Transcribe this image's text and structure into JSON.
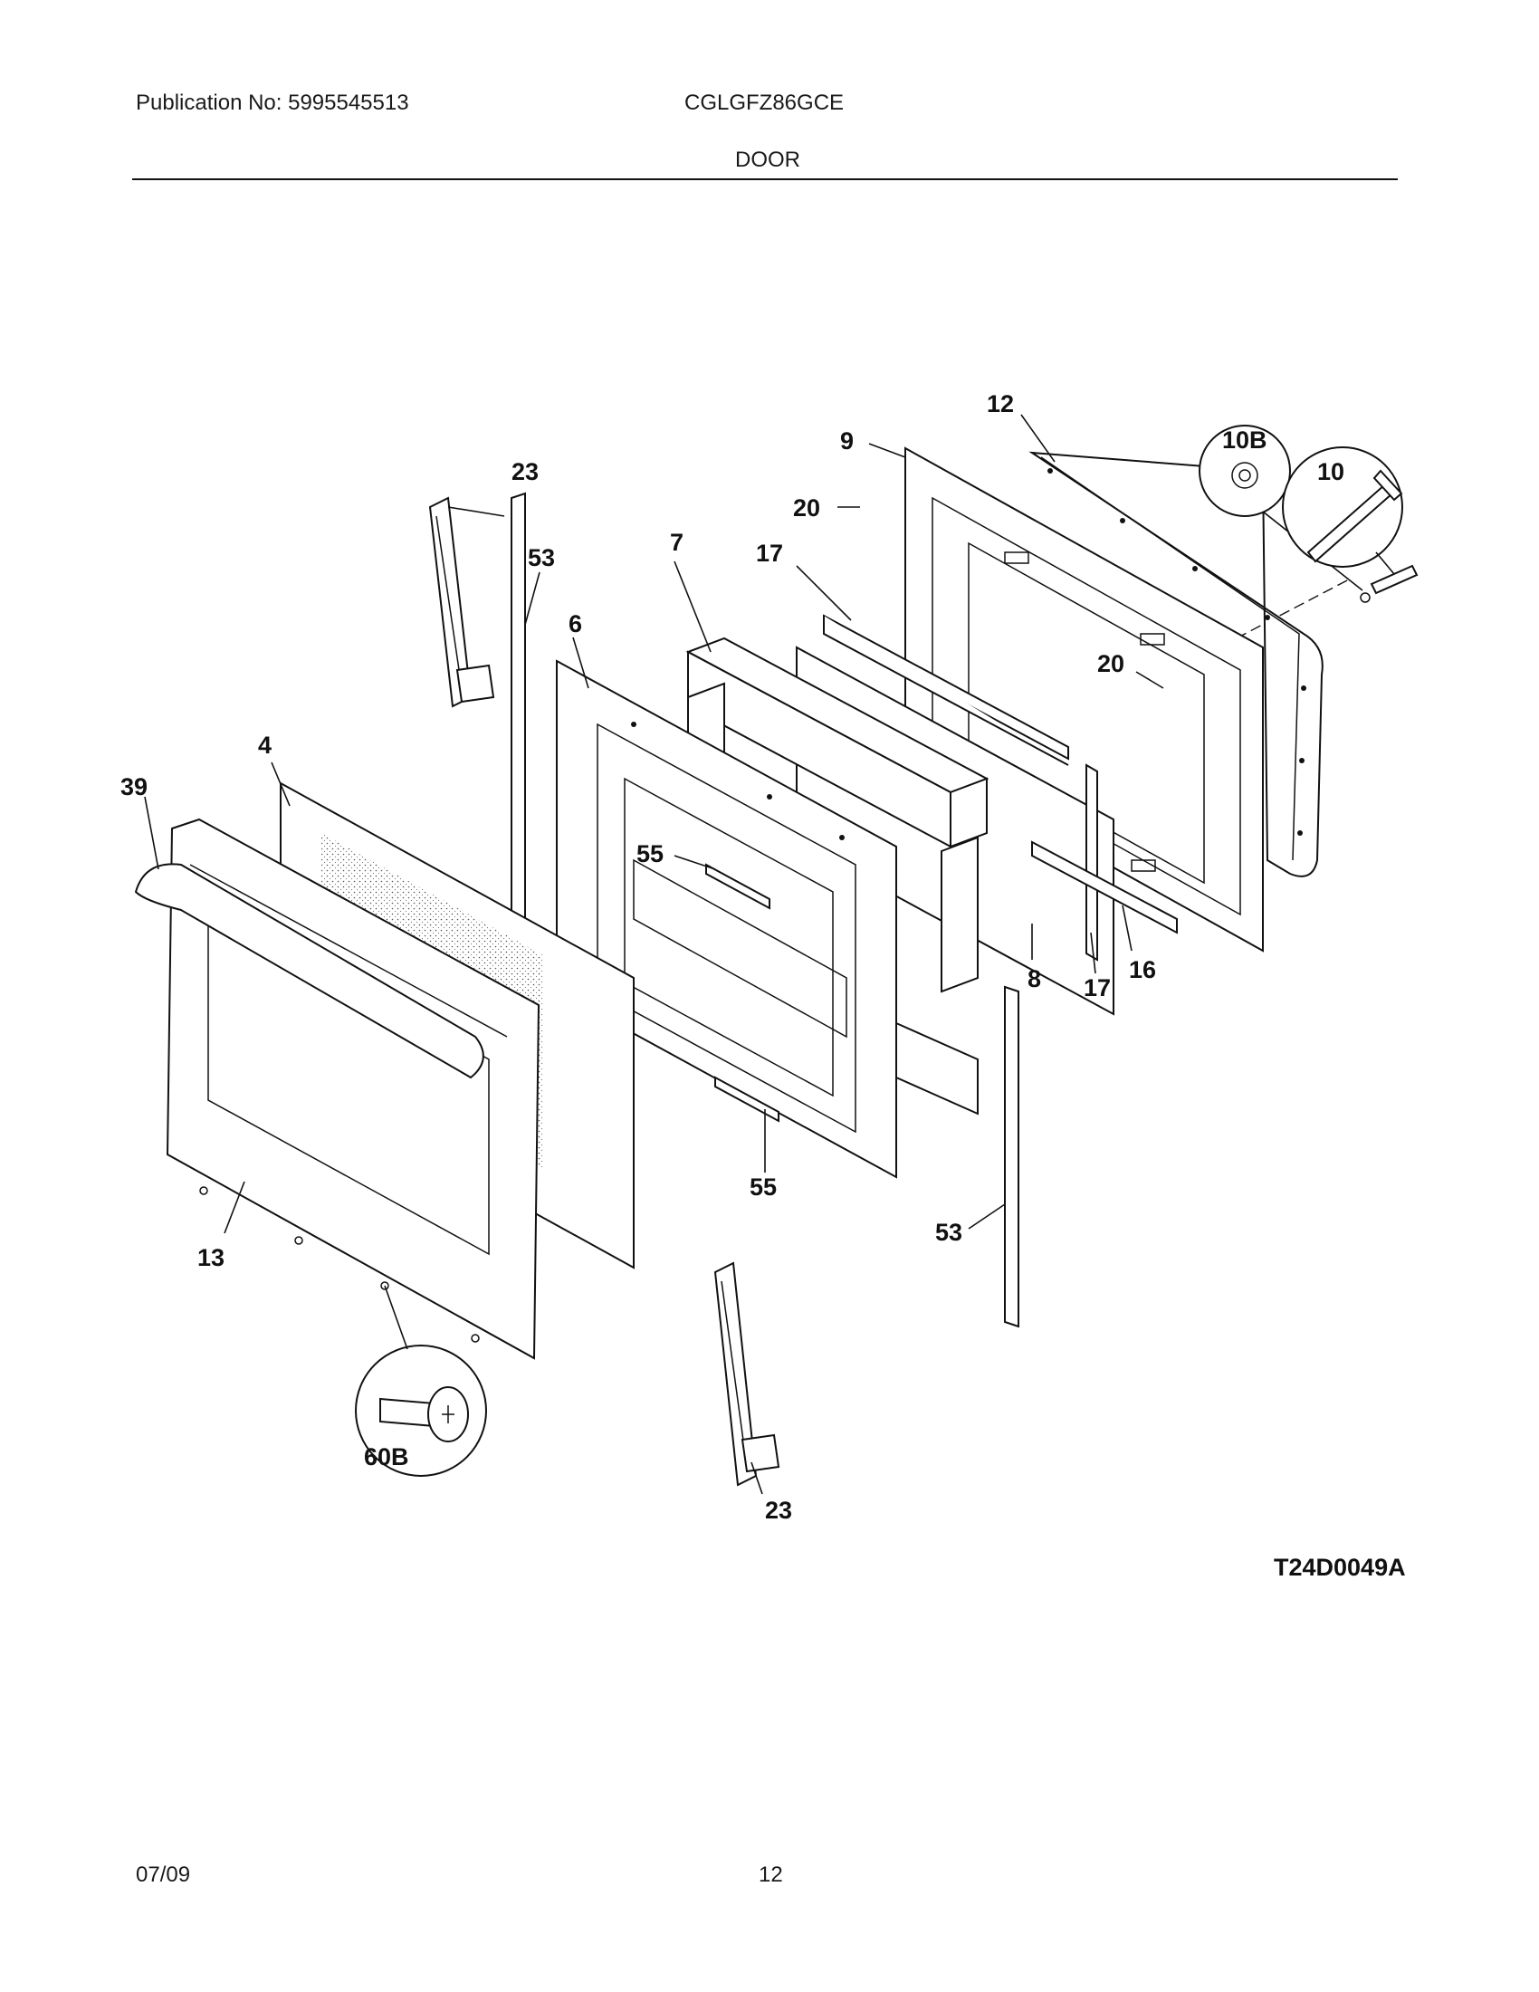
{
  "header": {
    "publication": "Publication No: 5995545513",
    "model": "CGLGFZ86GCE",
    "section": "DOOR"
  },
  "footer": {
    "date": "07/09",
    "page": "12"
  },
  "diagram": {
    "code": "T24D0049A",
    "callouts": {
      "c4": "4",
      "c6": "6",
      "c7": "7",
      "c8": "8",
      "c9": "9",
      "c10": "10",
      "c10b": "10B",
      "c12": "12",
      "c13": "13",
      "c16": "16",
      "c17a": "17",
      "c17b": "17",
      "c20a": "20",
      "c20b": "20",
      "c23a": "23",
      "c23b": "23",
      "c39": "39",
      "c53a": "53",
      "c53b": "53",
      "c55a": "55",
      "c55b": "55",
      "c60b": "60B"
    }
  }
}
